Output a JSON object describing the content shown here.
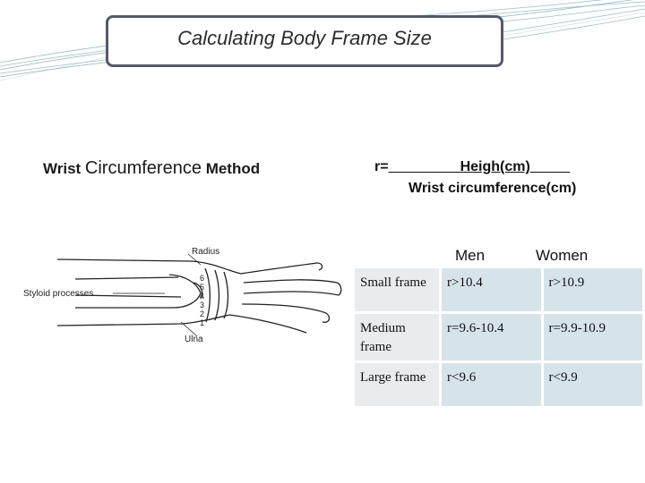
{
  "title": "Calculating Body Frame Size",
  "method_heading": {
    "part1": "Wrist ",
    "part2": "Circumference",
    "part3": " Method"
  },
  "formula": {
    "lhs": "r=",
    "numerator": "Heigh(cm)",
    "denominator": "Wrist circumference(cm)"
  },
  "diagram": {
    "labels": {
      "radius": "Radius",
      "styloid": "Styloid processes",
      "ulna": "Ulna"
    }
  },
  "table": {
    "headers": [
      "Men",
      "Women"
    ],
    "rows": [
      {
        "label": "Small frame",
        "men": "r>10.4",
        "women": "r>10.9"
      },
      {
        "label": "Medium frame",
        "men": "r=9.6-10.4",
        "women": "r=9.9-10.9"
      },
      {
        "label": "Large frame",
        "men": "r<9.6",
        "women": "r<9.9"
      }
    ]
  },
  "colors": {
    "title_border": "#55596b",
    "cell_fill": "#d6e4ea",
    "row_header_fill": "#e9ecef",
    "decor_lines": "#6fa0b2"
  }
}
